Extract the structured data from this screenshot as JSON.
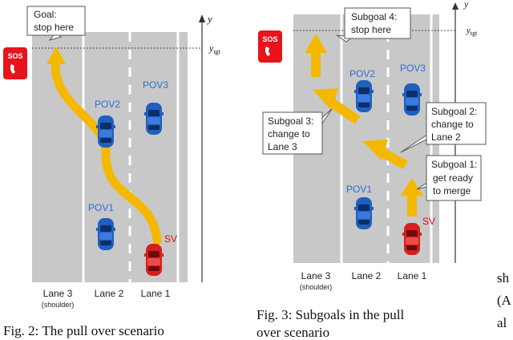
{
  "fig2": {
    "goal_line1": "Goal:",
    "goal_line2": "stop here",
    "sos": "SOS",
    "axis_y": "y",
    "y_tgt": "y",
    "y_tgt_sub": "tgt",
    "pov1": "POV1",
    "pov2": "POV2",
    "pov3": "POV3",
    "sv": "SV",
    "lane3": "Lane 3",
    "shoulder": "(shoulder)",
    "lane2": "Lane 2",
    "lane1": "Lane 1",
    "caption": "Fig. 2: The pull over scenario"
  },
  "fig3": {
    "sos": "SOS",
    "axis_y": "y",
    "y_tgt": "y",
    "y_tgt_sub": "tgt",
    "subgoal4_l1": "Subgoal 4:",
    "subgoal4_l2": "stop here",
    "subgoal3_l1": "Subgoal 3:",
    "subgoal3_l2": "change to",
    "subgoal3_l3": "Lane 3",
    "subgoal2_l1": "Subgoal 2:",
    "subgoal2_l2": "change to",
    "subgoal2_l3": "Lane 2",
    "subgoal1_l1": "Subgoal 1:",
    "subgoal1_l2": "get ready",
    "subgoal1_l3": "to merge",
    "pov1": "POV1",
    "pov2": "POV2",
    "pov3": "POV3",
    "sv": "SV",
    "lane3": "Lane 3",
    "shoulder": "(shoulder)",
    "lane2": "Lane 2",
    "lane1": "Lane 1",
    "caption_line1": "Fig. 3: Subgoals in the pull",
    "caption_line2": "over scenario"
  },
  "side_text": {
    "l1": "sh",
    "l2": "(A",
    "l3": "al"
  },
  "colors": {
    "road": "#c8c8c8",
    "lane_line": "#ffffff",
    "arrow": "#f5b800",
    "pov_car": "#1f5fbf",
    "sv_car": "#d81e1e",
    "sos_bg": "#e8141c",
    "sv_label": "#e01010",
    "pov_label": "#2a6fd6",
    "callout_bg": "#ffffff",
    "callout_border": "#555555"
  },
  "icons": [
    "sos-phone-icon",
    "car-icon"
  ]
}
